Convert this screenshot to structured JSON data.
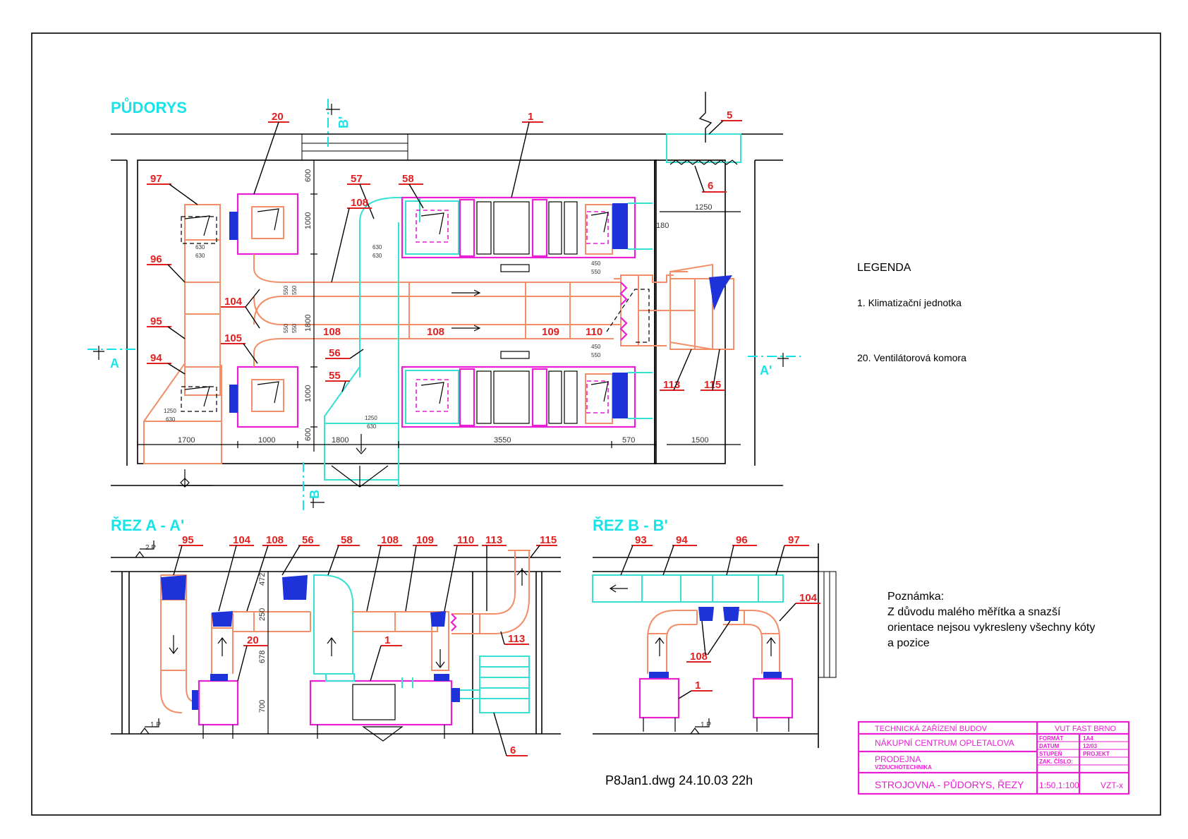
{
  "titles": {
    "plan": "PŮDORYS",
    "section_a": "ŘEZ A - A'",
    "section_b": "ŘEZ B - B'"
  },
  "section_marks": {
    "a": "A",
    "a_prime": "A'",
    "b": "B",
    "b_prime": "B'"
  },
  "plan_labels": {
    "l20": "20",
    "l1": "1",
    "l5": "5",
    "l6": "6",
    "l97": "97",
    "l57": "57",
    "l58": "58",
    "l108a": "108",
    "l96": "96",
    "l104": "104",
    "l95": "95",
    "l105": "105",
    "l94": "94",
    "l56": "56",
    "l55": "55",
    "l108b": "108",
    "l108c": "108",
    "l109": "109",
    "l110": "110",
    "l113": "113",
    "l115": "115"
  },
  "plan_dims": {
    "d1700": "1700",
    "d1000": "1000",
    "d1800": "1800",
    "d3550": "3550",
    "d570": "570",
    "d1500": "1500",
    "d1250": "1250",
    "d180": "180",
    "v600a": "600",
    "v1000a": "1000",
    "v1800": "1800",
    "v1000b": "1000",
    "v600b": "600",
    "v550a": "550",
    "v550b": "550",
    "v550c": "550",
    "v550d": "550"
  },
  "plan_duct_sizes": {
    "s630a": "630",
    "s630b": "630",
    "s630c": "630",
    "s630d": "630",
    "s1250a": "1250",
    "s630e": "630",
    "s1250b": "1250",
    "s630f": "630",
    "s450a": "450",
    "s550a": "550",
    "s450b": "450",
    "s550b": "550"
  },
  "section_a_labels": {
    "l95": "95",
    "l104": "104",
    "l108a": "108",
    "l56": "56",
    "l58": "58",
    "l108b": "108",
    "l109": "109",
    "l110": "110",
    "l113a": "113",
    "l115": "115",
    "l20": "20",
    "l1": "1",
    "l113b": "113",
    "l6": "6"
  },
  "section_a_dims": {
    "d472": "472",
    "d250": "250",
    "d678": "678",
    "d700": "700"
  },
  "levels": {
    "p2": "2.P",
    "p1a": "1.P",
    "p1b": "1.P"
  },
  "section_b_labels": {
    "l93": "93",
    "l94": "94",
    "l96": "96",
    "l97": "97",
    "l104": "104",
    "l108": "108",
    "l1": "1"
  },
  "legend": {
    "title": "LEGENDA",
    "item1": "1. Klimatizační jednotka",
    "item2": "20. Ventilátorová komora"
  },
  "note": {
    "title": "Poznámka:",
    "line1": "Z důvodu malého měřítka a snazší",
    "line2": "orientace nejsou vykresleny všechny kóty",
    "line3": "a pozice"
  },
  "filename": "P8Jan1.dwg   24.10.03  22h",
  "title_block": {
    "subject": "TECHNICKÁ ZAŘÍZENÍ BUDOV",
    "school": "VUT FAST BRNO",
    "project": "NÁKUPNÍ CENTRUM OPLETALOVA",
    "part": "PRODEJNA",
    "part_sub": "VZDUCHOTECHNIKA",
    "drawing": "STROJOVNA - PŮDORYS, ŘEZY",
    "format_label": "FORMÁT",
    "format_value": "1A4",
    "date_label": "DATUM",
    "date_value": "12/03",
    "stage_label": "STUPEŇ",
    "stage_value": "PROJEKT",
    "num_label": "ZAK. ČÍSLO:",
    "scale": "1:50,1:100",
    "sheet": "VZT-x"
  },
  "colors": {
    "duct": "#f28f68",
    "air": "#36e0d2",
    "unit": "#e81fd2",
    "label": "#e02020",
    "title": "#18e4e8",
    "damper": "#1d32d8"
  }
}
